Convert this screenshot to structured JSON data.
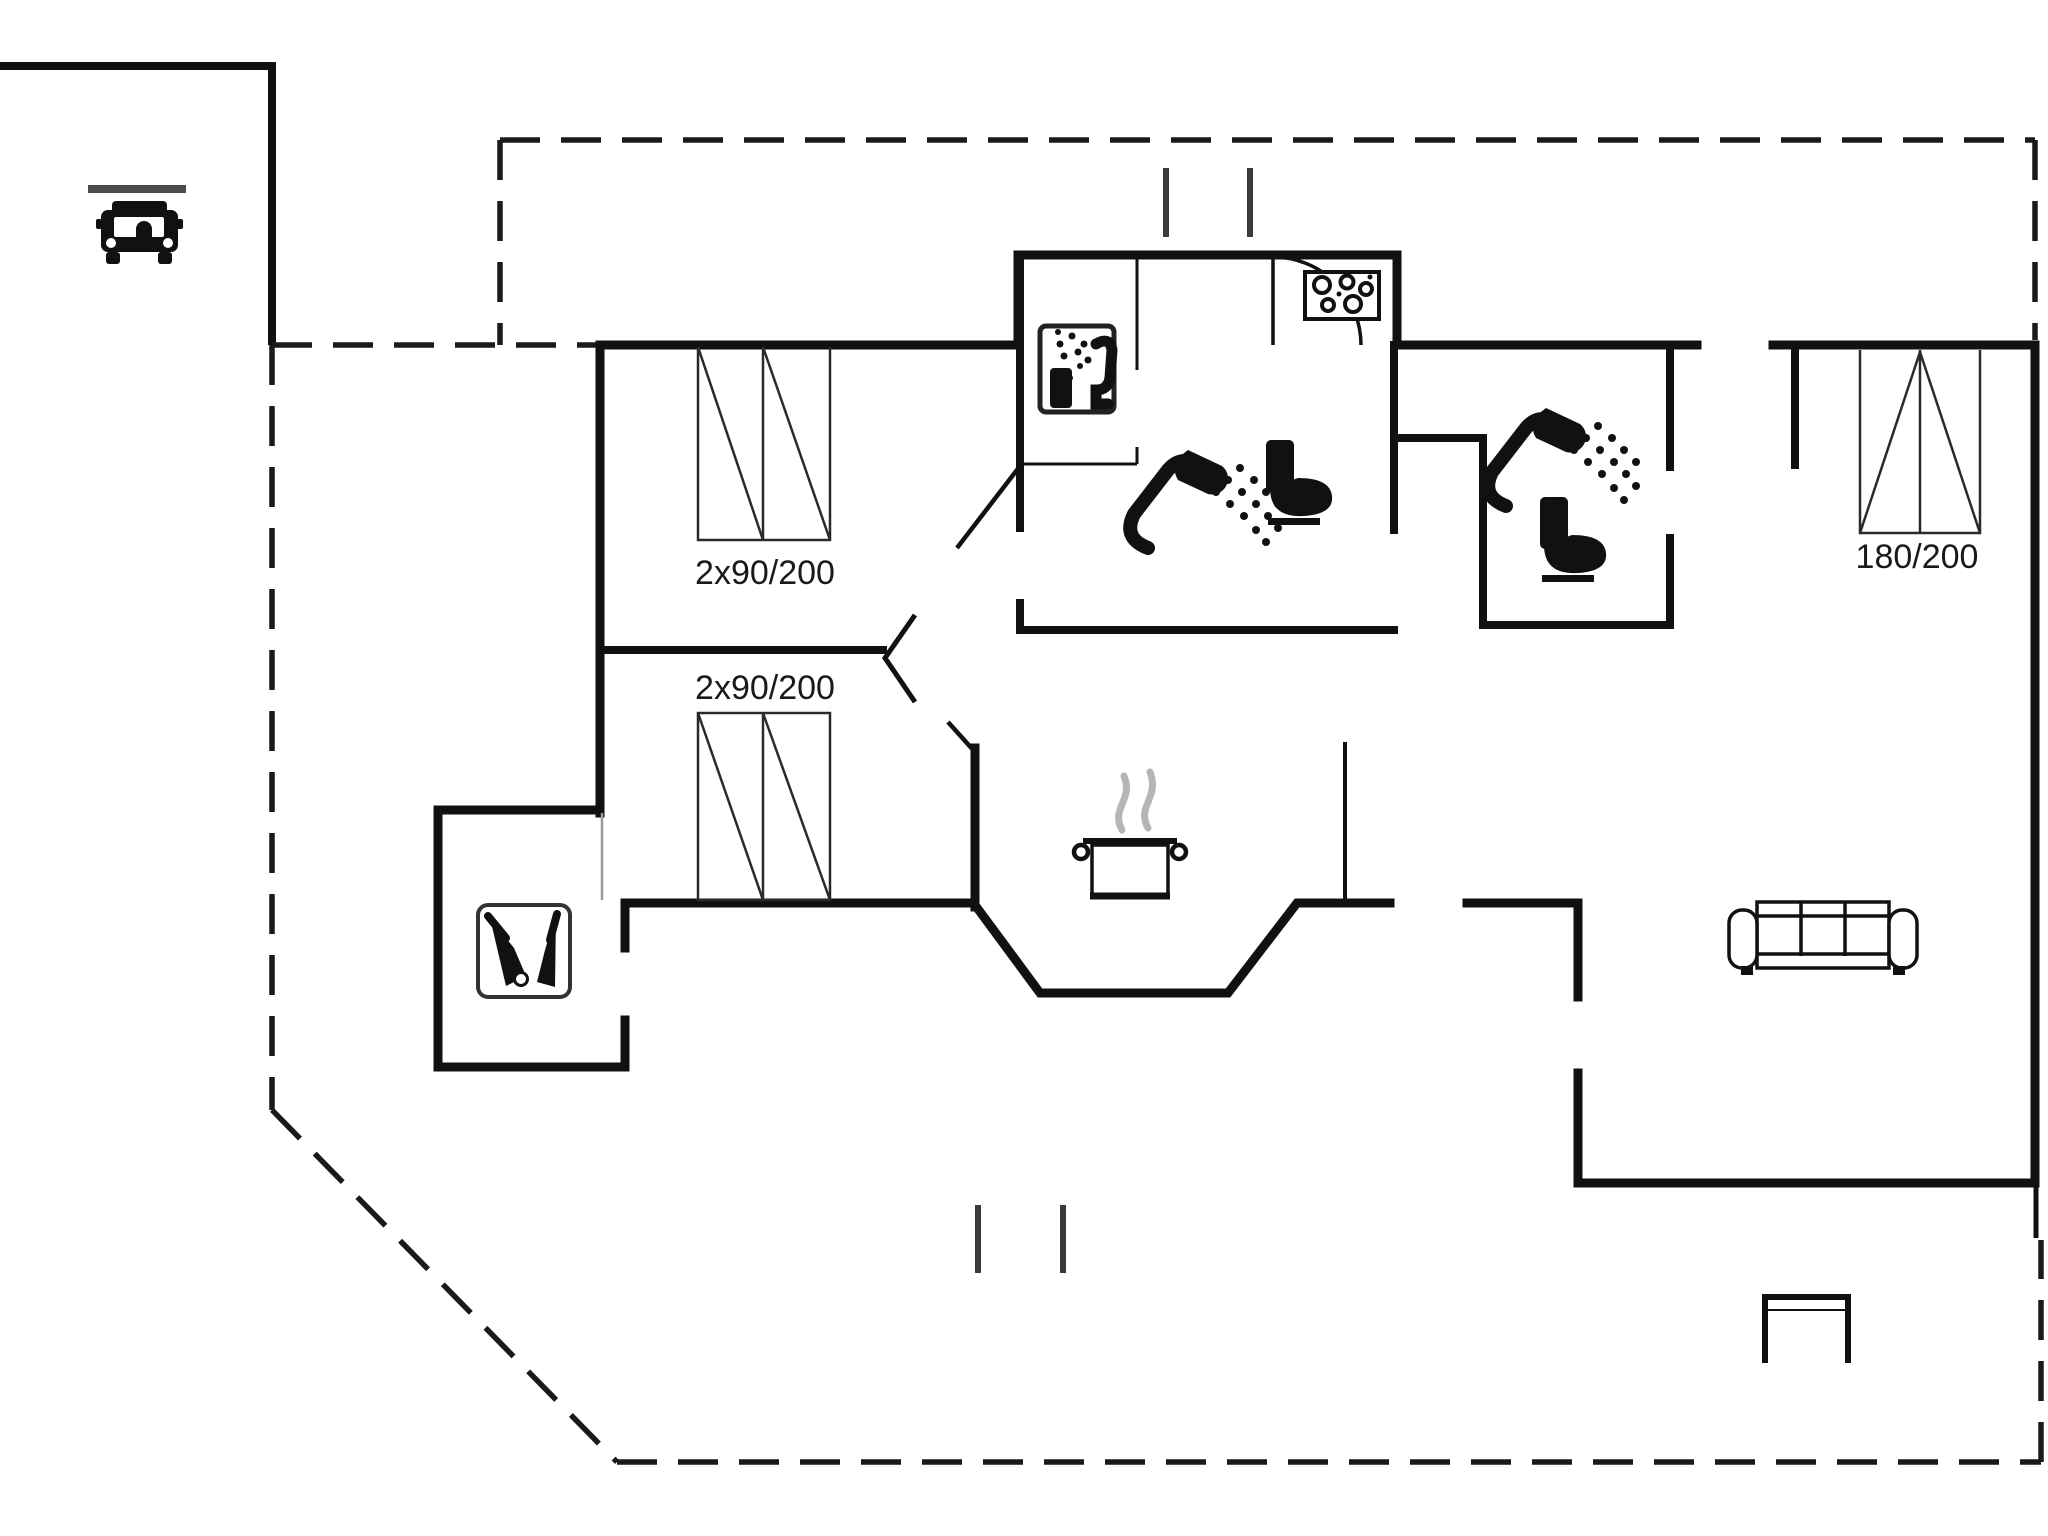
{
  "plan": {
    "type": "holiday-home-floor-plan",
    "labels": {
      "bed_double_left_top": "2x90/200",
      "bed_double_left_bottom": "2x90/200",
      "bed_double_right": "180/200"
    },
    "icons": {
      "car": "car-icon",
      "sauna": "sauna-icon",
      "hob": "hob-icon",
      "shower": "shower-icon",
      "toilet": "toilet-icon",
      "pot": "cooking-pot-icon",
      "sofa": "sofa-icon",
      "stairs": "terrace-steps-icon",
      "brushes": "cleaning-brushes-icon"
    },
    "colors": {
      "wall": "#111111",
      "furniture": "#2a2a2a",
      "dashed_boundary": "#1a1a1a",
      "steam": "#b5b5b5",
      "carport_bar": "#4d4d4d",
      "background": "#ffffff"
    }
  }
}
